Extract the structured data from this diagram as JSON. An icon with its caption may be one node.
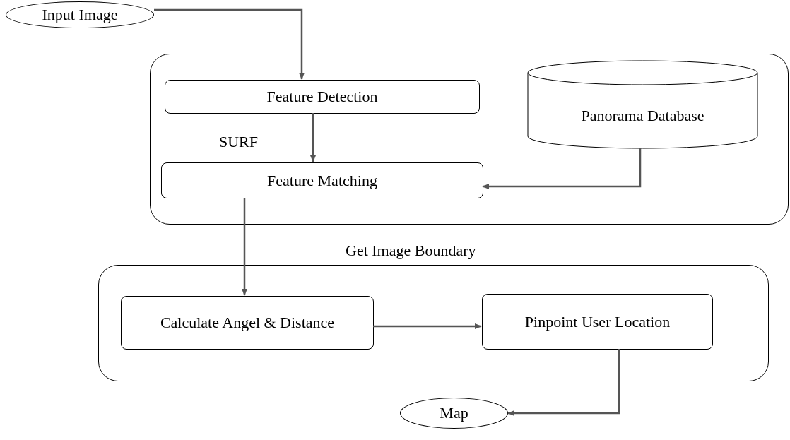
{
  "diagram": {
    "nodes": [
      {
        "text": [
          "Input Image"
        ]
      },
      {
        "text": [],
        "shape": "box"
      },
      {
        "text": [
          "Feature Detection"
        ],
        "in": 1
      },
      {
        "text": [
          "Panorama Database"
        ],
        "in": 1
      },
      {
        "text": [
          "Feature Matching"
        ],
        "in": 1
      },
      {
        "text": [
          "Get Image Boundary"
        ]
      },
      {
        "text": [
          "Calculate Angel & Distance"
        ],
        "in": 5
      },
      {
        "text": [
          "Pinpoint User Location"
        ],
        "in": 5
      },
      {
        "text": [
          "Map"
        ]
      }
    ],
    "edges": [
      {
        "from": 0,
        "to": 2,
        "arrow": "to"
      },
      {
        "from": 2,
        "to": 4,
        "arrow": "to",
        "label": "SURF"
      },
      {
        "from": 3,
        "to": 4,
        "arrow": "to"
      },
      {
        "from": 4,
        "to": 6,
        "arrow": "to"
      },
      {
        "from": 6,
        "to": 7,
        "arrow": "to"
      },
      {
        "from": 7,
        "to": 8,
        "arrow": "to"
      }
    ]
  }
}
